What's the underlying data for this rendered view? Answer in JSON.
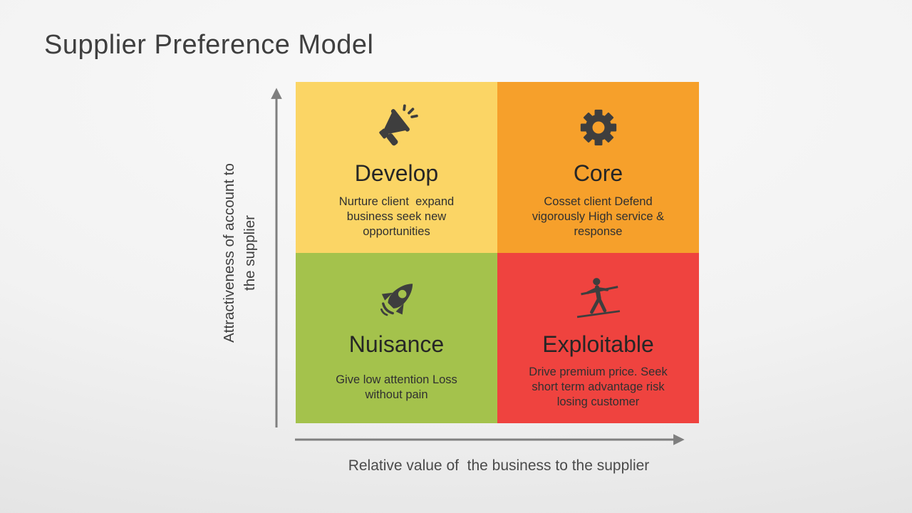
{
  "title": "Supplier Preference Model",
  "axes": {
    "y_label_line1": "Attractiveness of account to",
    "y_label_line2": "the supplier",
    "x_label": "Relative value of  the business to the supplier"
  },
  "quadrants": [
    {
      "id": "develop",
      "label": "Develop",
      "description": "Nurture client  expand business seek new opportunities",
      "icon": "megaphone-icon",
      "color": "#FBD565"
    },
    {
      "id": "core",
      "label": "Core",
      "description": "Cosset client Defend vigorously High service & response",
      "icon": "gear-icon",
      "color": "#F6A02B"
    },
    {
      "id": "nuisance",
      "label": "Nuisance",
      "description": "Give low attention Loss without pain",
      "icon": "rocket-icon",
      "color": "#A4C24C"
    },
    {
      "id": "exploitable",
      "label": "Exploitable",
      "description": "Drive premium price. Seek short term advantage risk losing customer",
      "icon": "tightrope-walker-icon",
      "color": "#EF433F"
    }
  ],
  "colors": {
    "icon": "#3E3E3E",
    "axis_arrow": "#7F7F7F",
    "title_text": "#3F3F3F",
    "background": "#EFEFEF"
  }
}
